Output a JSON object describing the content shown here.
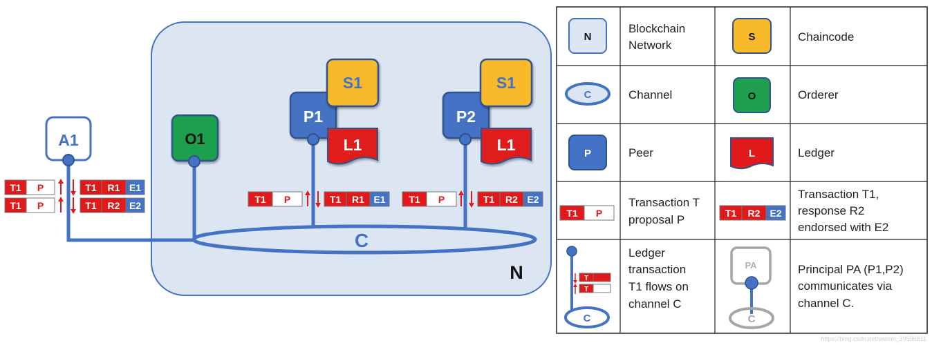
{
  "network": {
    "label": "N",
    "channel_label": "C"
  },
  "nodes": {
    "application": "A1",
    "orderer": "O1",
    "peer1": "P1",
    "peer2": "P2",
    "chaincode1": "S1",
    "chaincode2": "S1",
    "ledger1": "L1",
    "ledger2": "L1"
  },
  "transactions": {
    "a1_row1": {
      "left": [
        "T1",
        "P"
      ],
      "right": [
        "T1",
        "R1",
        "E1"
      ]
    },
    "a1_row2": {
      "left": [
        "T1",
        "P"
      ],
      "right": [
        "T1",
        "R2",
        "E2"
      ]
    },
    "p1": {
      "left": [
        "T1",
        "P"
      ],
      "right": [
        "T1",
        "R1",
        "E1"
      ]
    },
    "p2": {
      "left": [
        "T1",
        "P"
      ],
      "right": [
        "T1",
        "R2",
        "E2"
      ]
    }
  },
  "legend": {
    "blockchain_network": {
      "symbol": "N",
      "lines": [
        "Blockchain",
        "Network"
      ]
    },
    "chaincode": {
      "symbol": "S",
      "lines": [
        "Chaincode"
      ]
    },
    "channel": {
      "symbol": "C",
      "lines": [
        "Channel"
      ]
    },
    "orderer": {
      "symbol": "O",
      "lines": [
        "Orderer"
      ]
    },
    "peer": {
      "symbol": "P",
      "lines": [
        "Peer"
      ]
    },
    "ledger": {
      "symbol": "L",
      "lines": [
        "Ledger"
      ]
    },
    "transaction_proposal": {
      "symbols": [
        "T1",
        "P"
      ],
      "lines": [
        "Transaction T",
        "proposal P"
      ]
    },
    "transaction_response": {
      "symbols": [
        "T1",
        "R2",
        "E2"
      ],
      "lines": [
        "Transaction T1,",
        "response R2",
        "endorsed with E2"
      ]
    },
    "ledger_flow": {
      "symbols": [
        "T",
        "T",
        "C"
      ],
      "lines": [
        "Ledger",
        "transaction",
        "T1 flows on",
        "channel C"
      ]
    },
    "principal": {
      "symbols": [
        "PA",
        "C"
      ],
      "lines": [
        "Principal PA (P1,P2)",
        "communicates via",
        "channel C."
      ]
    }
  },
  "watermark": "https://blog.csdn.net/weixin_39596811",
  "colors": {
    "blue": "#4472c4",
    "network_fill": "#dce6f2",
    "chaincode": "#f8b92a",
    "orderer": "#1ea04e",
    "ledger": "#e01a1a",
    "grey": "#a6a6a6"
  }
}
